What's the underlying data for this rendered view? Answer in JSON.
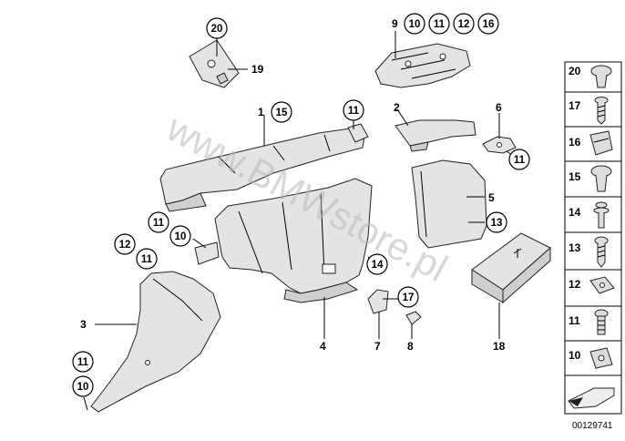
{
  "watermark": "www.BMWstore.pl",
  "diagram_number": "00129741",
  "callouts": [
    {
      "id": "c1",
      "text": "1"
    },
    {
      "id": "c15a",
      "text": "15"
    },
    {
      "id": "c11a",
      "text": "11"
    },
    {
      "id": "c20",
      "text": "20"
    },
    {
      "id": "c19",
      "text": "19"
    },
    {
      "id": "c9",
      "text": "9"
    },
    {
      "id": "c10a",
      "text": "10"
    },
    {
      "id": "c11b",
      "text": "11"
    },
    {
      "id": "c12a",
      "text": "12"
    },
    {
      "id": "c16",
      "text": "16"
    },
    {
      "id": "c2",
      "text": "2"
    },
    {
      "id": "c6",
      "text": "6"
    },
    {
      "id": "c11c",
      "text": "11"
    },
    {
      "id": "c5",
      "text": "5"
    },
    {
      "id": "c13",
      "text": "13"
    },
    {
      "id": "c11d",
      "text": "11"
    },
    {
      "id": "c10b",
      "text": "10"
    },
    {
      "id": "c12b",
      "text": "12"
    },
    {
      "id": "c11e",
      "text": "11"
    },
    {
      "id": "c14",
      "text": "14"
    },
    {
      "id": "c17",
      "text": "17"
    },
    {
      "id": "c3",
      "text": "3"
    },
    {
      "id": "c4",
      "text": "4"
    },
    {
      "id": "c7",
      "text": "7"
    },
    {
      "id": "c8",
      "text": "8"
    },
    {
      "id": "c18",
      "text": "18"
    },
    {
      "id": "c11f",
      "text": "11"
    },
    {
      "id": "c10c",
      "text": "10"
    }
  ],
  "parts_legend": [
    {
      "label": "20",
      "icon": "clip-rivet-icon"
    },
    {
      "label": "17",
      "icon": "screw-icon"
    },
    {
      "label": "16",
      "icon": "clip-nut-icon"
    },
    {
      "label": "15",
      "icon": "expanding-rivet-icon"
    },
    {
      "label": "14",
      "icon": "washer-screw-icon"
    },
    {
      "label": "13",
      "icon": "tapping-screw-icon"
    },
    {
      "label": "12",
      "icon": "speed-nut-icon"
    },
    {
      "label": "11",
      "icon": "bolt-icon"
    },
    {
      "label": "10",
      "icon": "clip-nut-icon"
    }
  ]
}
